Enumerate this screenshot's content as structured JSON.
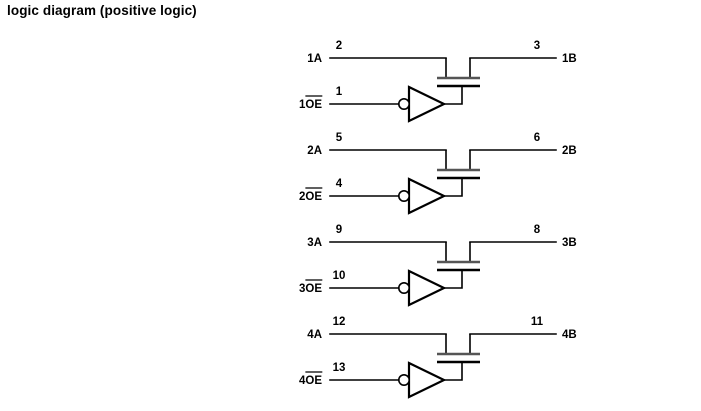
{
  "title": "logic diagram (positive logic)",
  "diagram": {
    "type": "schematic",
    "description": "Quad bus switch logic diagram: four independent channels, each with an inverting output-enable buffer driving an N-channel pass transistor between the A and B pins.",
    "channels": [
      {
        "id": 1,
        "a_label": "1A",
        "a_pin": "2",
        "b_label": "1B",
        "b_pin": "3",
        "oe_prefix": "1",
        "oe_base": "OE",
        "oe_overbar": true,
        "oe_pin": "1",
        "inverter": "inverting-buffer",
        "switch": "pass-transistor"
      },
      {
        "id": 2,
        "a_label": "2A",
        "a_pin": "5",
        "b_label": "2B",
        "b_pin": "6",
        "oe_prefix": "2",
        "oe_base": "OE",
        "oe_overbar": true,
        "oe_pin": "4",
        "inverter": "inverting-buffer",
        "switch": "pass-transistor"
      },
      {
        "id": 3,
        "a_label": "3A",
        "a_pin": "9",
        "b_label": "3B",
        "b_pin": "8",
        "oe_prefix": "3",
        "oe_base": "OE",
        "oe_overbar": true,
        "oe_pin": "10",
        "inverter": "inverting-buffer",
        "switch": "pass-transistor"
      },
      {
        "id": 4,
        "a_label": "4A",
        "a_pin": "12",
        "b_label": "4B",
        "b_pin": "11",
        "oe_prefix": "4",
        "oe_base": "OE",
        "oe_overbar": true,
        "oe_pin": "13",
        "inverter": "inverting-buffer",
        "switch": "pass-transistor"
      }
    ]
  },
  "colors": {
    "ink": "#000000",
    "paper": "#ffffff"
  }
}
